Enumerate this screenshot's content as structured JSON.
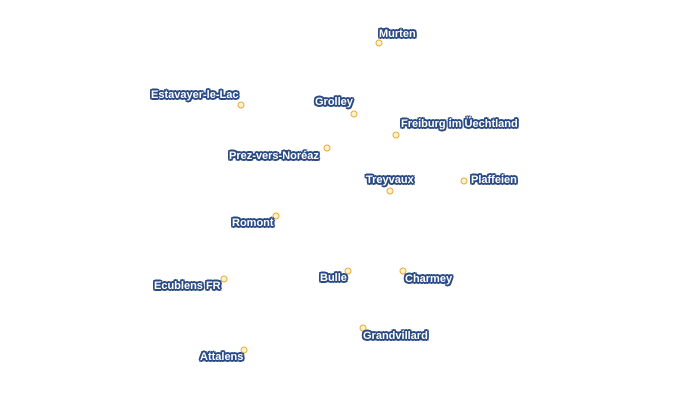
{
  "places": [
    {
      "id": "murten",
      "name": "Murten"
    },
    {
      "id": "estavayer",
      "name": "Estavayer-le-Lac"
    },
    {
      "id": "grolley",
      "name": "Grolley"
    },
    {
      "id": "freiburg",
      "name": "Freiburg im Üechtland"
    },
    {
      "id": "prez",
      "name": "Prez-vers-Noréaz"
    },
    {
      "id": "treyvaux",
      "name": "Treyvaux"
    },
    {
      "id": "plaffeien",
      "name": "Plaffeien"
    },
    {
      "id": "romont",
      "name": "Romont"
    },
    {
      "id": "bulle",
      "name": "Bulle"
    },
    {
      "id": "charmey",
      "name": "Charmey"
    },
    {
      "id": "ecublens",
      "name": "Ecublens FR"
    },
    {
      "id": "grandvillard",
      "name": "Grandvillard"
    },
    {
      "id": "attalens",
      "name": "Attalens"
    }
  ],
  "colors": {
    "marker_fill": "#fff3cc",
    "marker_stroke": "#e7a83a",
    "label_text": "#ffffff",
    "label_halo": "#2a4a84"
  }
}
